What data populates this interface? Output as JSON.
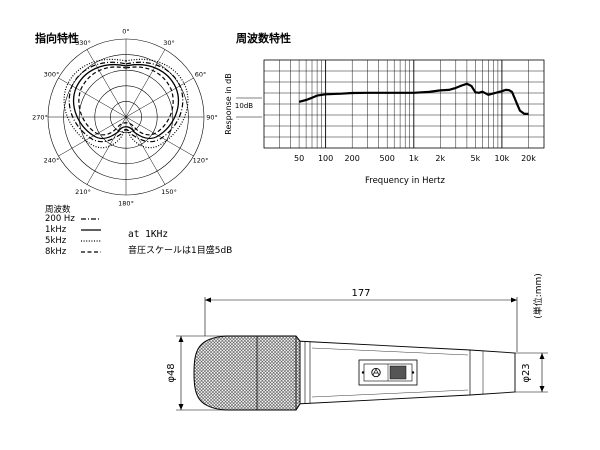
{
  "headings": {
    "polar": "指向特性",
    "frequency": "周波数特性"
  },
  "polar": {
    "angle_labels": [
      "0°",
      "30°",
      "60°",
      "90°",
      "120°",
      "150°",
      "180°",
      "210°",
      "240°",
      "270°",
      "300°",
      "330°"
    ]
  },
  "legend": {
    "title": "周波数",
    "items": [
      {
        "label": "200  Hz",
        "style": "dash-dot"
      },
      {
        "label": "1kHz",
        "style": "solid"
      },
      {
        "label": "5kHz",
        "style": "dotted"
      },
      {
        "label": "8kHz",
        "style": "dashed"
      }
    ]
  },
  "notes": {
    "at": "at 1KHz",
    "scale": "音圧スケールは1目盛5dB"
  },
  "chart_data": {
    "type": "line",
    "title": "",
    "xlabel": "Frequency in Hertz",
    "ylabel": "Response in dB",
    "x_scale": "log",
    "xlim": [
      20,
      30000
    ],
    "x_ticks": [
      {
        "value": 50,
        "label": "50"
      },
      {
        "value": 100,
        "label": "100"
      },
      {
        "value": 200,
        "label": "200"
      },
      {
        "value": 500,
        "label": "500"
      },
      {
        "value": 1000,
        "label": "1k"
      },
      {
        "value": 2000,
        "label": "2k"
      },
      {
        "value": 5000,
        "label": "5k"
      },
      {
        "value": 10000,
        "label": "10k"
      },
      {
        "value": 20000,
        "label": "20k"
      }
    ],
    "scale_label": "10dB",
    "ylim": [
      -25,
      15
    ],
    "grid": true,
    "series": [
      {
        "x": [
          50,
          60,
          70,
          80,
          100,
          150,
          200,
          300,
          500,
          700,
          1000,
          1500,
          2000,
          2500,
          3000,
          3500,
          4000,
          4500,
          5000,
          5500,
          6000,
          7000,
          8000,
          10000,
          11000,
          12000,
          13000,
          14000,
          15000,
          16000,
          18000,
          20000
        ],
        "y": [
          -4,
          -3.2,
          -2.2,
          -1.2,
          -0.6,
          -0.3,
          0,
          0.1,
          0.1,
          0.1,
          0.1,
          0.5,
          1.2,
          1.4,
          2.3,
          3.4,
          4.2,
          3.2,
          0.3,
          0.1,
          0.6,
          -0.8,
          -0.2,
          0.8,
          1.4,
          1.3,
          0.5,
          -2.5,
          -5.5,
          -8,
          -9.5,
          -9.5
        ]
      }
    ]
  },
  "dimensions": {
    "length": "177",
    "head_diameter": "φ48",
    "handle_diameter": "φ23",
    "unit": "(単位:mm)"
  }
}
